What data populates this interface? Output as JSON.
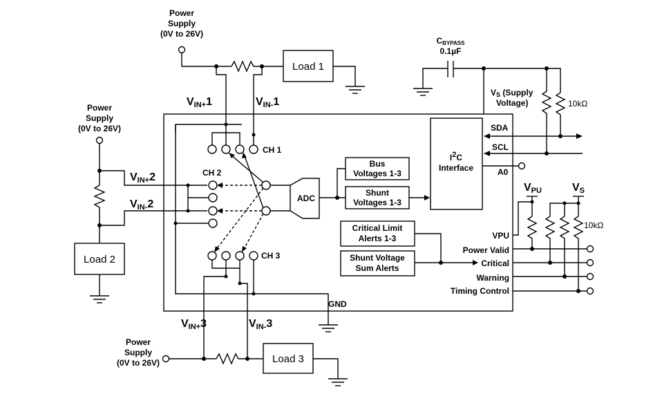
{
  "labels": {
    "ps_top_1": "Power",
    "ps_top_2": "Supply",
    "ps_top_3": "(0V to 26V)",
    "ps_left_1": "Power",
    "ps_left_2": "Supply",
    "ps_left_3": "(0V to 26V)",
    "ps_bot_1": "Power",
    "ps_bot_2": "Supply",
    "ps_bot_3": "(0V to 26V)",
    "load1": "Load 1",
    "load2": "Load 2",
    "load3": "Load 3",
    "vin1p_main": "V",
    "vin1p_sub": "IN+",
    "vin1p_num": "1",
    "vin1m_main": "V",
    "vin1m_sub": "IN-",
    "vin1m_num": "1",
    "vin2p_main": "V",
    "vin2p_sub": "IN+",
    "vin2p_num": "2",
    "vin2m_main": "V",
    "vin2m_sub": "IN-",
    "vin2m_num": "2",
    "vin3p_main": "V",
    "vin3p_sub": "IN+",
    "vin3p_num": "3",
    "vin3m_main": "V",
    "vin3m_sub": "IN-",
    "vin3m_num": "3",
    "ch1": "CH 1",
    "ch2": "CH 2",
    "ch3": "CH 3",
    "adc": "ADC",
    "bus_1": "Bus",
    "bus_2": "Voltages 1-3",
    "shunt_1": "Shunt",
    "shunt_2": "Voltages 1-3",
    "i2c_main": "I",
    "i2c_sup": "2",
    "i2c_c": "C",
    "i2c_2": "Interface",
    "crit_1": "Critical Limit",
    "crit_2": "Alerts 1-3",
    "sum_1": "Shunt Voltage",
    "sum_2": "Sum Alerts",
    "sda": "SDA",
    "scl": "SCL",
    "a0": "A0",
    "gnd": "GND",
    "cbypass_main": "C",
    "cbypass_sub": "BYPASS",
    "cbypass_val": "0.1µF",
    "vs_supply_1": "V",
    "vs_supply_sub": "S",
    "vs_supply_2": " (Supply",
    "vs_supply_3": "Voltage)",
    "r10k_top": "10kΩ",
    "r10k_right": "10kΩ",
    "vpu_main": "V",
    "vpu_sub": "PU",
    "vs_main": "V",
    "vs_sub": "S",
    "vpu_pin": "VPU",
    "power_valid": "Power Valid",
    "critical": "Critical",
    "warning": "Warning",
    "timing_control": "Timing Control"
  }
}
